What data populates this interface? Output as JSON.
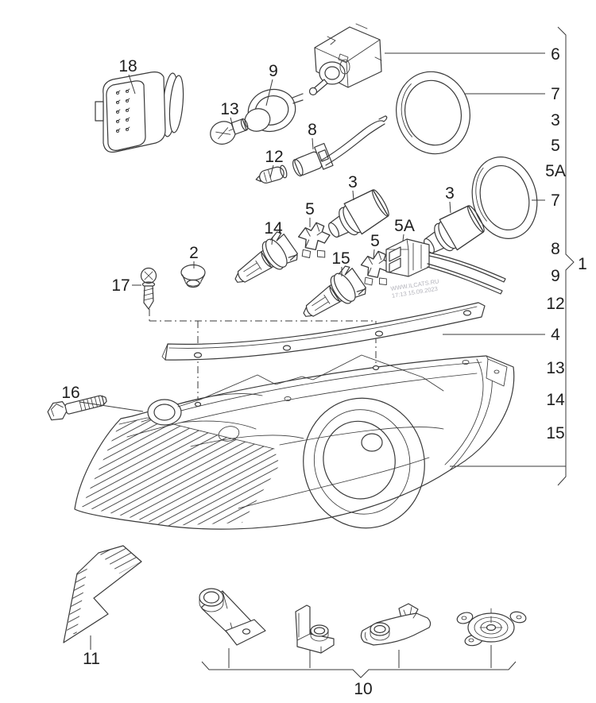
{
  "colors": {
    "line": "#3a3a3a",
    "text": "#1d1d1d",
    "watermark": "#b3b3bb",
    "background": "#ffffff"
  },
  "diagram": {
    "part_labels": {
      "p18": "18",
      "p9": "9",
      "p13": "13",
      "p12": "12",
      "p8": "8",
      "p3_left": "3",
      "p5_left": "5",
      "p15": "15",
      "p5_mid": "5",
      "p5A": "5A",
      "p3_right": "3",
      "p14": "14",
      "p2": "2",
      "p17": "17",
      "p16": "16",
      "p11": "11",
      "p10": "10"
    },
    "ref_column": [
      "6",
      "7",
      "3",
      "5",
      "5A",
      "7",
      "8",
      "9",
      "12",
      "4",
      "13",
      "14",
      "15"
    ],
    "assembly_ref": "1",
    "watermark_line1": "WWW.ILCATS.RU",
    "watermark_line2": "17:13 15.09.2023"
  }
}
